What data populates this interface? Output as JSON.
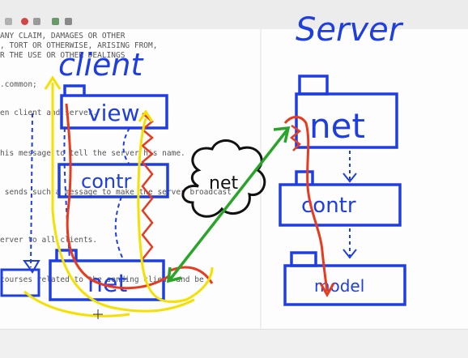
{
  "code_lines": [
    "ANY CLAIM, DAMAGES OR OTHER",
    ", TORT OR OTHERWISE, ARISING FROM,",
    "R THE USE OR OTHER DEALINGS",
    ".common;",
    "en client and server.",
    "his message to tell the server his name.",
    " sends such a message to make the server broadcast",
    "erver to all clients.",
    "courses related to the sending client and be"
  ],
  "drawing": {
    "client_title": "client",
    "server_title": "Server",
    "client_boxes": [
      "view",
      "contr",
      "net"
    ],
    "server_boxes": [
      "net",
      "contr",
      "model"
    ],
    "cloud_label": "net"
  },
  "colors": {
    "blue_ink": "#1f3ee0",
    "red_ink": "#e83a1f",
    "yellow_ink": "#f5e000",
    "green_ink": "#2aa52a",
    "black_ink": "#111111"
  }
}
